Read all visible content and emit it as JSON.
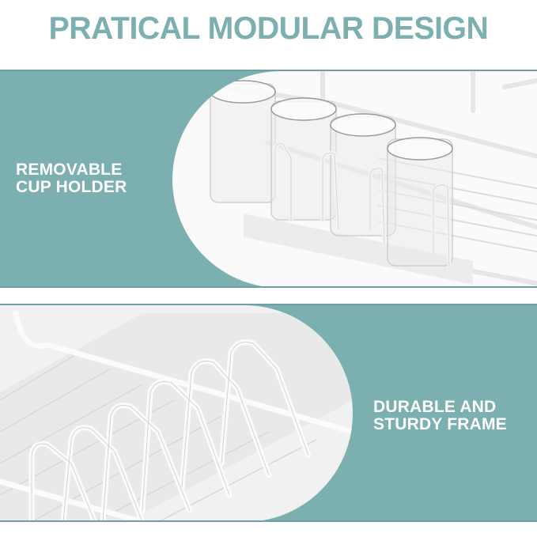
{
  "header": {
    "title": "PRATICAL MODULAR DESIGN"
  },
  "panels": [
    {
      "id": "cup-holder",
      "label_line1": "REMOVABLE",
      "label_line2": "CUP HOLDER",
      "image": "dish-rack-cup-holder-with-four-glasses"
    },
    {
      "id": "frame",
      "label_line1": "DURABLE AND",
      "label_line2": "STURDY FRAME",
      "image": "dish-rack-wire-frame-closeup"
    }
  ],
  "colors": {
    "accent_teal": "#7bafb0",
    "background": "#ffffff",
    "label_text": "#ffffff"
  }
}
